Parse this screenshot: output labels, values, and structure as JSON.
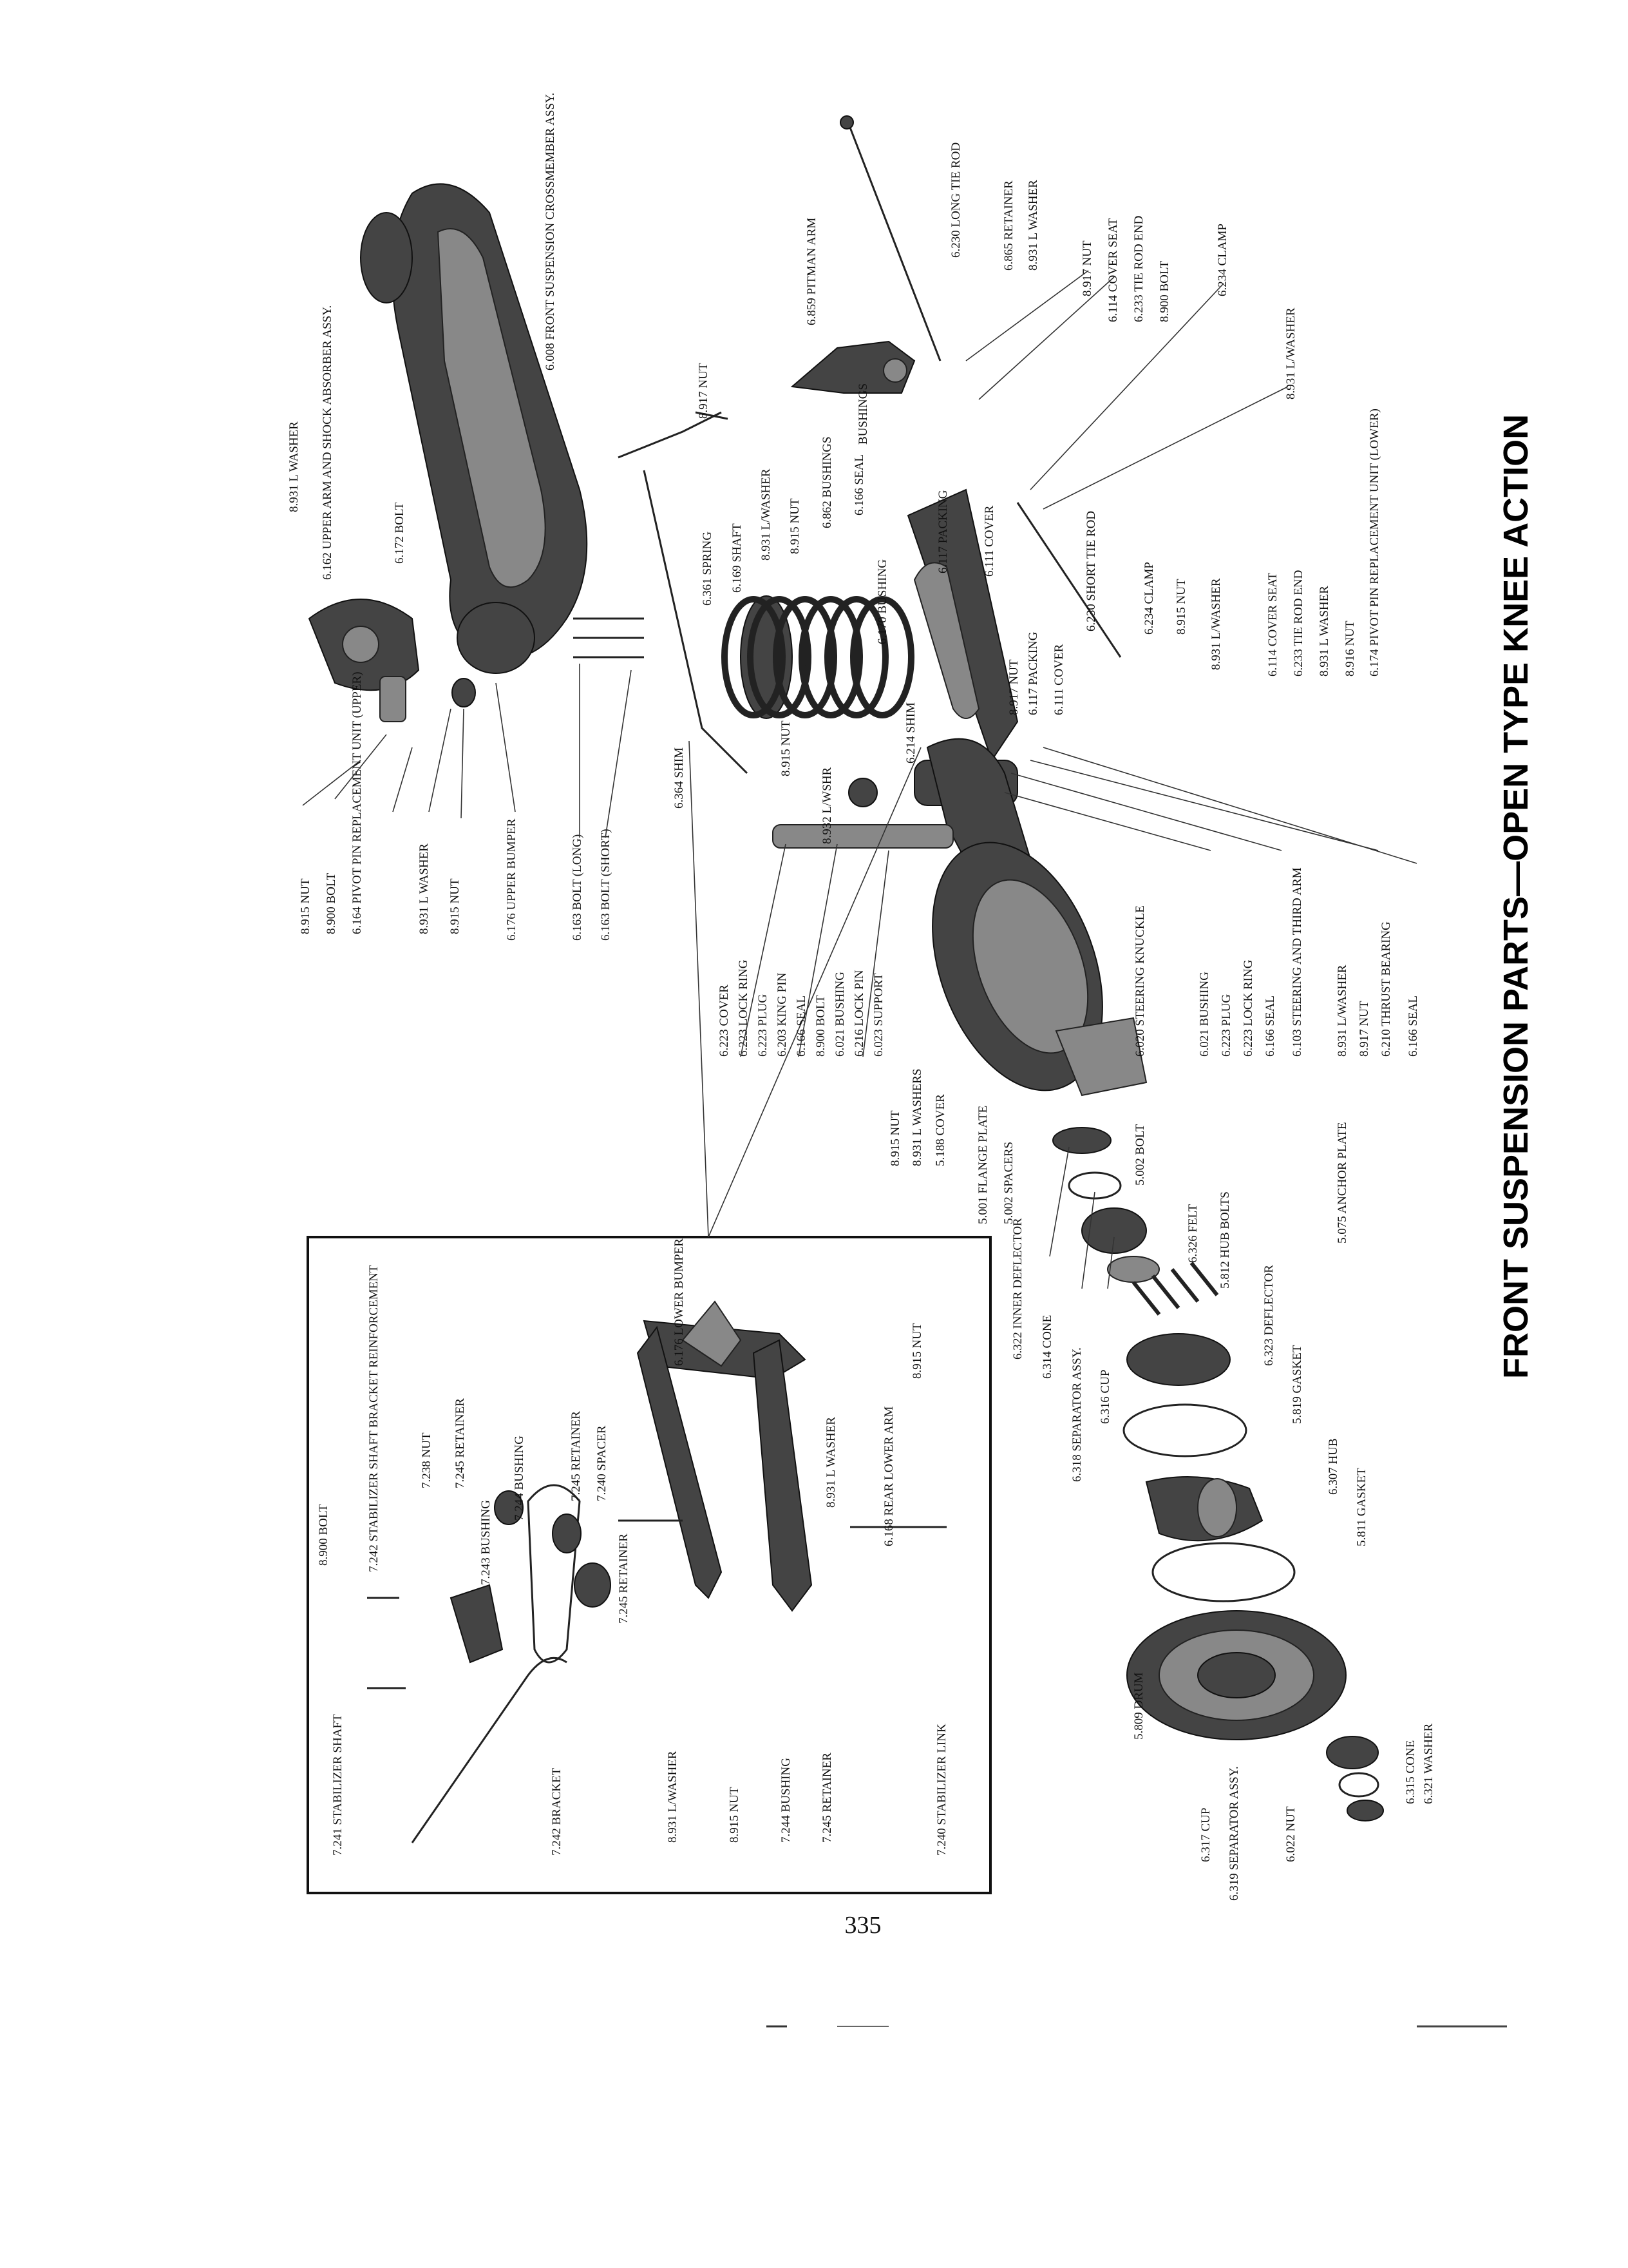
{
  "title": "FRONT SUSPENSION PARTS—OPEN TYPE KNEE ACTION",
  "page_number": "335",
  "labels": {
    "upper_left": [
      "8.931 L WASHER",
      "6.162 UPPER ARM AND SHOCK ABSORBER ASSY.",
      "6.172 BOLT",
      "8.915 NUT",
      "8.900 BOLT",
      "6.164 PIVOT PIN REPLACEMENT UNIT (UPPER)",
      "8.931 L WASHER",
      "8.915 NUT",
      "6.176 UPPER BUMPER",
      "6.163 BOLT (LONG)",
      "6.163 BOLT (SHORT)",
      "6.008 FRONT SUSPENSION CROSSMEMBER ASSY.",
      "6.364 SHIM"
    ],
    "spring_area": [
      "6.361 SPRING",
      "6.169 SHAFT",
      "8.931 L/WASHER",
      "8.915 NUT",
      "6.862 BUSHINGS",
      "6.166 SEAL",
      "6.170 BUSHING",
      "8.917 NUT",
      "6.859 PITMAN ARM",
      "BUSHINGS",
      "6.117 PACKING",
      "6.111 COVER"
    ],
    "right_upper": [
      "6.230 LONG TIE ROD",
      "6.865 RETAINER",
      "8.931 L WASHER",
      "8.917 NUT",
      "6.114 COVER SEAT",
      "6.233 TIE ROD END",
      "8.900 BOLT",
      "6.234 CLAMP",
      "8.931 L/WASHER"
    ],
    "right_middle": [
      "6.230 SHORT TIE ROD",
      "6.234 CLAMP",
      "8.915 NUT",
      "8.931 L/WASHER",
      "6.114 COVER SEAT",
      "6.233 TIE ROD END",
      "8.931 L WASHER",
      "8.916 NUT",
      "6.174 PIVOT PIN REPLACEMENT UNIT (LOWER)"
    ],
    "knuckle_left": [
      "8.917 NUT",
      "6.117 PACKING",
      "6.111 COVER",
      "8.915 NUT",
      "6.214 SHIM",
      "8.932 L/WSHR",
      "6.223 COVER",
      "6.223 LOCK RING",
      "6.223 PLUG",
      "6.203 KING PIN",
      "6.166 SEAL",
      "8.900 BOLT",
      "6.021 BUSHING",
      "6.216 LOCK PIN",
      "6.023 SUPPORT",
      "8.915 NUT",
      "8.931 L WASHERS",
      "5.188 COVER",
      "5.001 FLANGE PLATE",
      "5.002 SPACERS"
    ],
    "knuckle_right": [
      "6.020 STEERING KNUCKLE",
      "6.021 BUSHING",
      "6.223 PLUG",
      "6.223 LOCK RING",
      "6.166 SEAL",
      "6.103 STEERING AND THIRD ARM",
      "8.931 L/WASHER",
      "8.917 NUT",
      "6.210 THRUST BEARING",
      "6.166 SEAL",
      "5.075 ANCHOR PLATE",
      "5.002 BOLT"
    ],
    "hub_group": [
      "6.326 FELT",
      "5.812 HUB BOLTS",
      "6.322 INNER DEFLECTOR",
      "6.314 CONE",
      "6.318 SEPARATOR ASSY.",
      "6.316 CUP",
      "6.323 DEFLECTOR",
      "5.819 GASKET",
      "6.307 HUB",
      "5.811 GASKET",
      "5.809 DRUM",
      "6.317 CUP",
      "6.319 SEPARATOR ASSY.",
      "6.022 NUT",
      "6.315 CONE",
      "6.321 WASHER"
    ],
    "inset": [
      "8.900 BOLT",
      "7.242 STABILIZER SHAFT BRACKET REINFORCEMENT",
      "7.238 NUT",
      "7.245 RETAINER",
      "7.244 BUSHING",
      "7.245 RETAINER",
      "7.240 SPACER",
      "6.176 LOWER BUMPER",
      "8.915 NUT",
      "8.931 L WASHER",
      "6.168 REAR LOWER ARM",
      "7.243 BUSHING",
      "7.245 RETAINER",
      "7.241 STABILIZER SHAFT",
      "7.242 BRACKET",
      "8.931 L/WASHER",
      "8.915 NUT",
      "7.244 BUSHING",
      "7.245 RETAINER",
      "7.240 STABILIZER LINK"
    ]
  }
}
